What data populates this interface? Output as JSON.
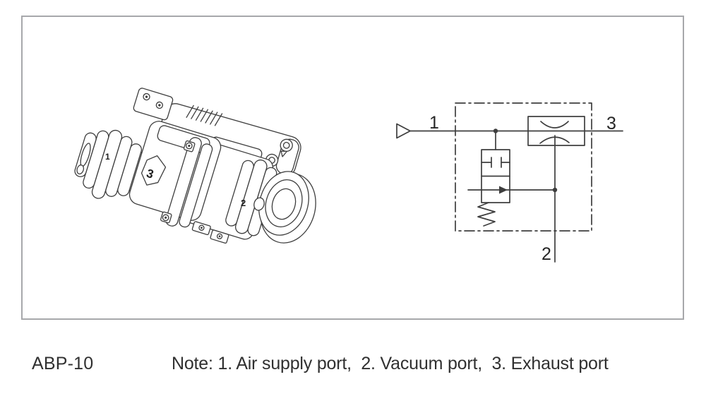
{
  "caption": {
    "model": "ABP-10",
    "note": "Note: 1. Air supply port,  2. Vacuum port,  3. Exhaust port"
  },
  "figure": {
    "frame_border_color": "#a7a8ab",
    "stroke_color": "#3e3e3e",
    "device": {
      "description": "Isometric line drawing of ABP-10 vacuum generator unit",
      "port_labels": {
        "p1": "1",
        "p2": "2",
        "p3": "3"
      }
    },
    "circuit": {
      "description": "Pneumatic circuit: air supply through pilot-operated 2/2 valve with spring return and venturi ejector inside dash-dot enclosure",
      "port_labels": {
        "p1": "1",
        "p2": "2",
        "p3": "3"
      },
      "symbols": [
        "air-supply-triangle",
        "enclosure-dash-dot-box",
        "pilot-valve-2-2",
        "return-spring",
        "venturi-ejector",
        "junction-dot"
      ]
    }
  }
}
